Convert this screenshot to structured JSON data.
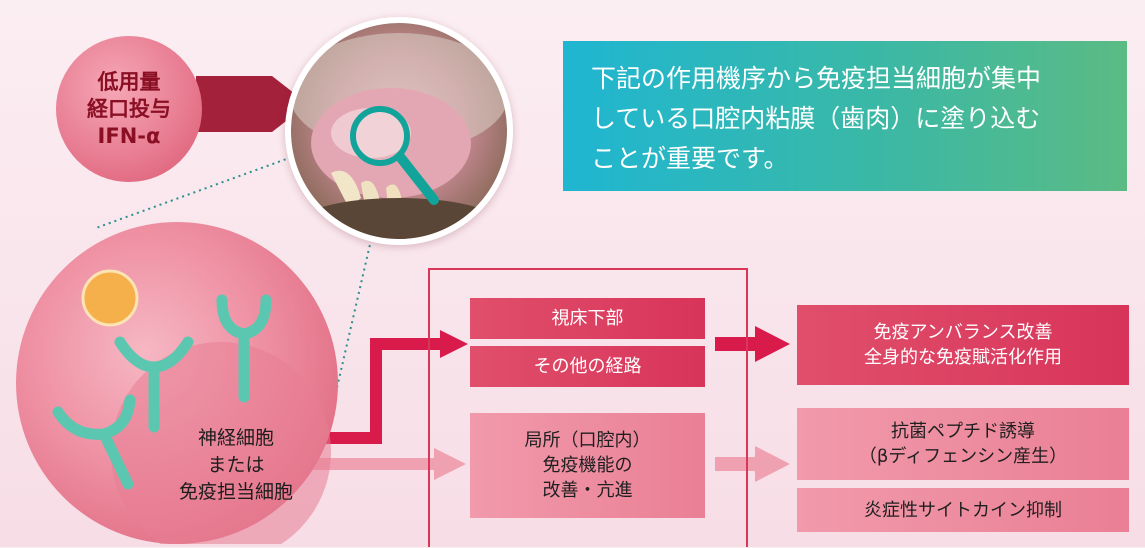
{
  "dose": {
    "line1": "低用量",
    "line2": "経口投与",
    "line3": "IFN-α"
  },
  "info_box": {
    "line1": "下記の作用機序から免疫担当細胞が集中",
    "line2": "している口腔内粘膜（歯肉）に塗り込む",
    "line3": "ことが重要です。"
  },
  "cell": {
    "line1": "神経細胞",
    "line2": "または",
    "line3": "免疫担当細胞"
  },
  "middle_upper": {
    "box1": "視床下部",
    "box2": "その他の経路"
  },
  "middle_lower": {
    "line1": "局所（口腔内）",
    "line2": "免疫機能の",
    "line3": "改善・亢進"
  },
  "right_upper": {
    "line1": "免疫アンバランス改善",
    "line2": "全身的な免疫賦活化作用"
  },
  "right_lower": {
    "box1_line1": "抗菌ペプチド誘導",
    "box1_line2": "（βディフェンシン産生）",
    "box2": "炎症性サイトカイン抑制"
  },
  "colors": {
    "dark_red": "#d8345a",
    "light_pink": "#ee8ea1",
    "teal": "#1fb6d2",
    "green": "#5bbb84",
    "arrow_dark": "#a3213b"
  },
  "icons": [
    "magnifier-icon",
    "receptor-icon",
    "molecule-icon",
    "arrow-icon"
  ]
}
